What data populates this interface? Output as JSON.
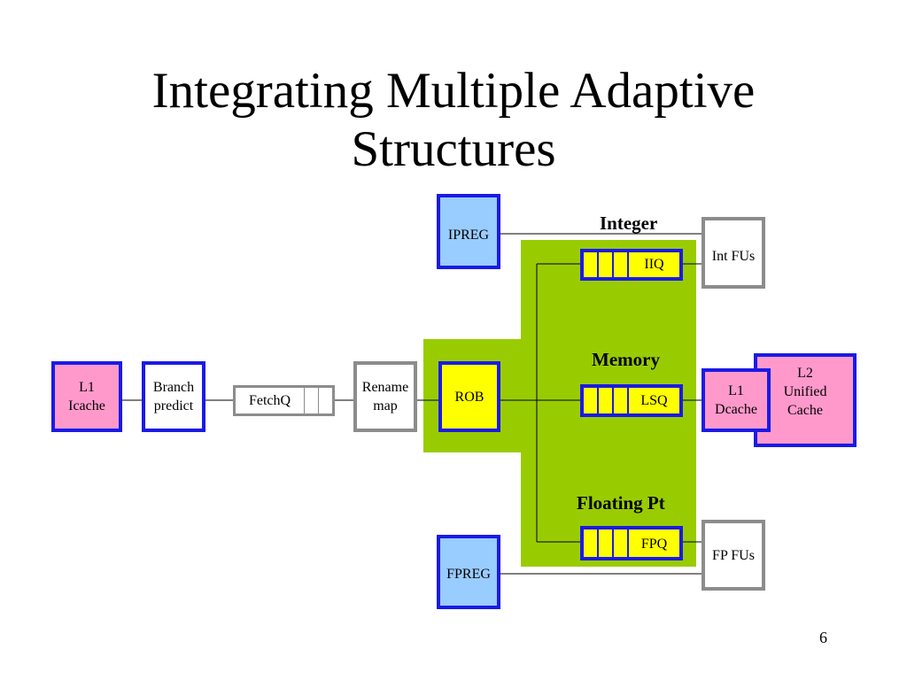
{
  "title": {
    "line1": "Integrating Multiple Adaptive",
    "line2": "Structures"
  },
  "labels": {
    "integer": "Integer",
    "memory": "Memory",
    "floating": "Floating Pt"
  },
  "boxes": {
    "l1_icache": {
      "line1": "L1",
      "line2": "Icache"
    },
    "branch_predict": {
      "line1": "Branch",
      "line2": "predict"
    },
    "fetchq": "FetchQ",
    "rename_map": {
      "line1": "Rename",
      "line2": "map"
    },
    "rob": "ROB",
    "ipreg": "IPREG",
    "fpreg": "FPREG",
    "iiq": "IIQ",
    "lsq": "LSQ",
    "fpq": "FPQ",
    "int_fus": "Int FUs",
    "fp_fus": "FP FUs",
    "l1_dcache": {
      "line1": "L1",
      "line2": "Dcache"
    },
    "l2_cache": {
      "line1": "L2",
      "line2": "Unified",
      "line3": "Cache"
    }
  },
  "colors": {
    "region": "#99cc00",
    "pink": "#ff99cc",
    "light_blue": "#99ccff",
    "yellow": "#ffff00",
    "border_blue": "#1a1ae6",
    "border_gray": "#8c8c8c"
  },
  "page_number": "6"
}
